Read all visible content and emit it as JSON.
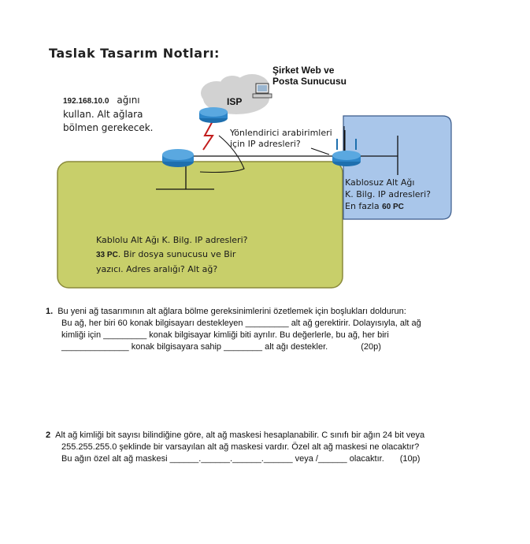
{
  "header": {
    "title": "Taslak Tasarım Notları:"
  },
  "diagram": {
    "server_label_line1": "Şirket Web ve",
    "server_label_line2": "Posta Sunucusu",
    "isp_label": "ISP",
    "note_ip": "192.168.10.0",
    "note_line1_rest": "ağını",
    "note_line2": "kullan. Alt ağlara",
    "note_line3": "bölmen gerekecek.",
    "router_note_line1": "Yönlendirici arabirimleri",
    "router_note_line2": "için IP adresleri?",
    "wireless_line1": "Kablosuz Alt Ağı",
    "wireless_line2": "K. Bilg. IP adresleri?",
    "wireless_line3_prefix": "En fazla",
    "wireless_line3_count": "60 PC",
    "wired_line1": "Kablolu Alt Ağı K. Bilg. IP adresleri?",
    "wired_line2_count": "33 PC",
    "wired_line2_rest": ". Bir dosya sunucusu ve Bir",
    "wired_line3": "yazıcı. Adres aralığı? Alt ağ?",
    "colors": {
      "wired_zone": "#c8cf6a",
      "wireless_zone": "#a9c6ea",
      "router": "#2e86c9",
      "cloud": "#d2d2d2"
    }
  },
  "questions": {
    "q1": {
      "number": "1.",
      "line1": "Bu yeni ağ tasarımının alt ağlara bölme gereksinimlerini özetlemek için boşlukları doldurun:",
      "line2": "Bu ağ, her biri 60 konak bilgisayarı destekleyen _________ alt ağ gerektirir. Dolayısıyla, alt ağ",
      "line3": "kimliği için _________ konak bilgisayar kimliği biti ayrılır. Bu değerlerle, bu ağ, her biri",
      "line4": "______________ konak bilgisayara sahip ________ alt ağı destekler.",
      "points": "(20p)"
    },
    "q2": {
      "number": "2",
      "line1": "Alt ağ kimliği bit sayısı bilindiğine göre, alt ağ maskesi hesaplanabilir. C sınıfı bir ağın 24 bit veya",
      "line2": "255.255.255.0 şeklinde bir varsayılan alt ağ maskesi vardır. Özel alt ağ maskesi ne olacaktır?",
      "line3": "Bu ağın özel alt ağ maskesi ______.______.______.______ veya /______ olacaktır.",
      "points": "(10p)"
    }
  }
}
